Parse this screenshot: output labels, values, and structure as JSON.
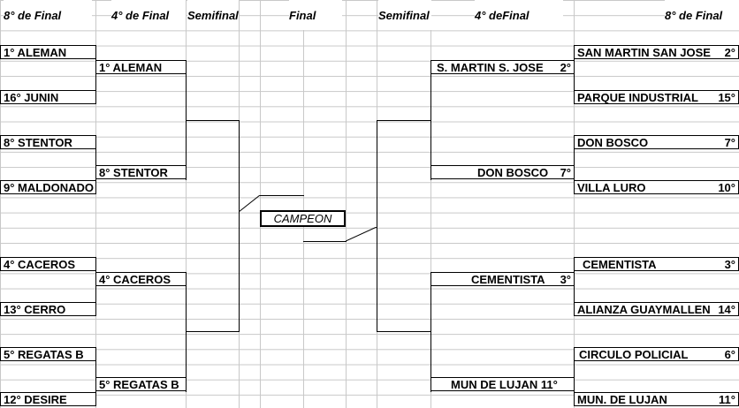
{
  "headers": {
    "left_round16": "8° de Final",
    "left_quarter": "4° de Final",
    "left_semi": "Semifinal",
    "final": "Final",
    "right_semi": "Semifinal",
    "right_quarter": "4° deFinal",
    "right_round16": "8° de Final"
  },
  "left_round16": [
    {
      "team": "1° ALEMAN"
    },
    {
      "team": "16° JUNIN"
    },
    {
      "team": "8° STENTOR"
    },
    {
      "team": "9° MALDONADO"
    },
    {
      "team": "4° CACEROS"
    },
    {
      "team": "13° CERRO"
    },
    {
      "team": "5° REGATAS B"
    },
    {
      "team": "12° DESIRE"
    }
  ],
  "left_quarter": [
    {
      "team": "1° ALEMAN"
    },
    {
      "team": "8° STENTOR"
    },
    {
      "team": "4° CACEROS"
    },
    {
      "team": "5° REGATAS B"
    }
  ],
  "right_round16": [
    {
      "team": "SAN MARTIN SAN JOSE",
      "seed": "2°"
    },
    {
      "team": "PARQUE INDUSTRIAL",
      "seed": "15°"
    },
    {
      "team": "DON BOSCO",
      "seed": "7°"
    },
    {
      "team": "VILLA LURO",
      "seed": "10°"
    },
    {
      "team": "CEMENTISTA",
      "seed": "3°"
    },
    {
      "team": "ALIANZA GUAYMALLEN",
      "seed": "14°"
    },
    {
      "team": "CIRCULO POLICIAL",
      "seed": "6°"
    },
    {
      "team": "MUN. DE LUJAN",
      "seed": "11°"
    }
  ],
  "right_quarter": [
    {
      "team": "S. MARTIN S. JOSE",
      "seed": "2°"
    },
    {
      "team": "DON BOSCO",
      "seed": "7°"
    },
    {
      "team": "CEMENTISTA",
      "seed": "3°"
    },
    {
      "team": "MUN DE LUJAN 11°",
      "seed": ""
    }
  ],
  "champion_label": "CAMPEON"
}
